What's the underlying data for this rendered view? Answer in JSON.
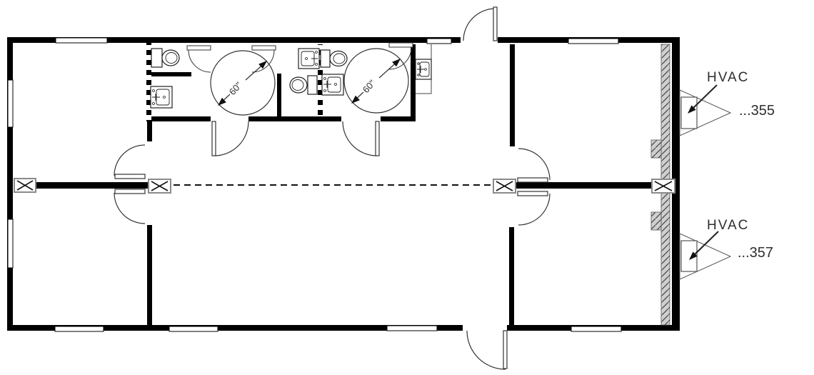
{
  "diagram": {
    "type": "architectural-floor-plan",
    "description_visible_content": "modular building floor plan with two restrooms, turning circles, doors, windows and two exterior HVAC units",
    "labels": {
      "hvac_1": "HVAC",
      "hvac_1_ref": "...355",
      "hvac_2": "HVAC",
      "hvac_2_ref": "...357",
      "turning_circle_1": "60\"",
      "turning_circle_2": "60\""
    },
    "colors": {
      "background": "#ffffff",
      "wall": "#000000",
      "thin_line": "#333333",
      "hatch_wall_fill": "#cfcfcf",
      "tie_down_border": "#8a8a8a",
      "label_text": "#2e2e2e"
    },
    "inventory": {
      "windows": 9,
      "exterior_doors": 2,
      "interior_double_door_openings": 2,
      "restroom_doors": 2,
      "toilets": 3,
      "sinks": 5,
      "accessible_turning_circles": 2,
      "hvac_units": 2,
      "tie_down_symbols": 4
    }
  }
}
